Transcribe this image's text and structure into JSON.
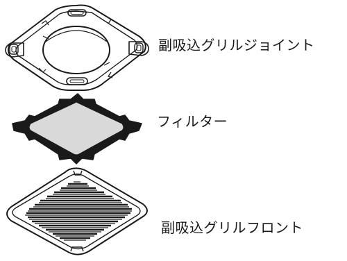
{
  "parts": {
    "joint": {
      "label": "副吸込グリルジョイント"
    },
    "filter": {
      "label": "フィルター"
    },
    "front": {
      "label": "副吸込グリルフロント"
    }
  },
  "colors": {
    "line": "#1a1a1a",
    "filter_mesh": "#d9d9d9",
    "filter_frame": "#1a1a1a",
    "background": "#ffffff"
  }
}
